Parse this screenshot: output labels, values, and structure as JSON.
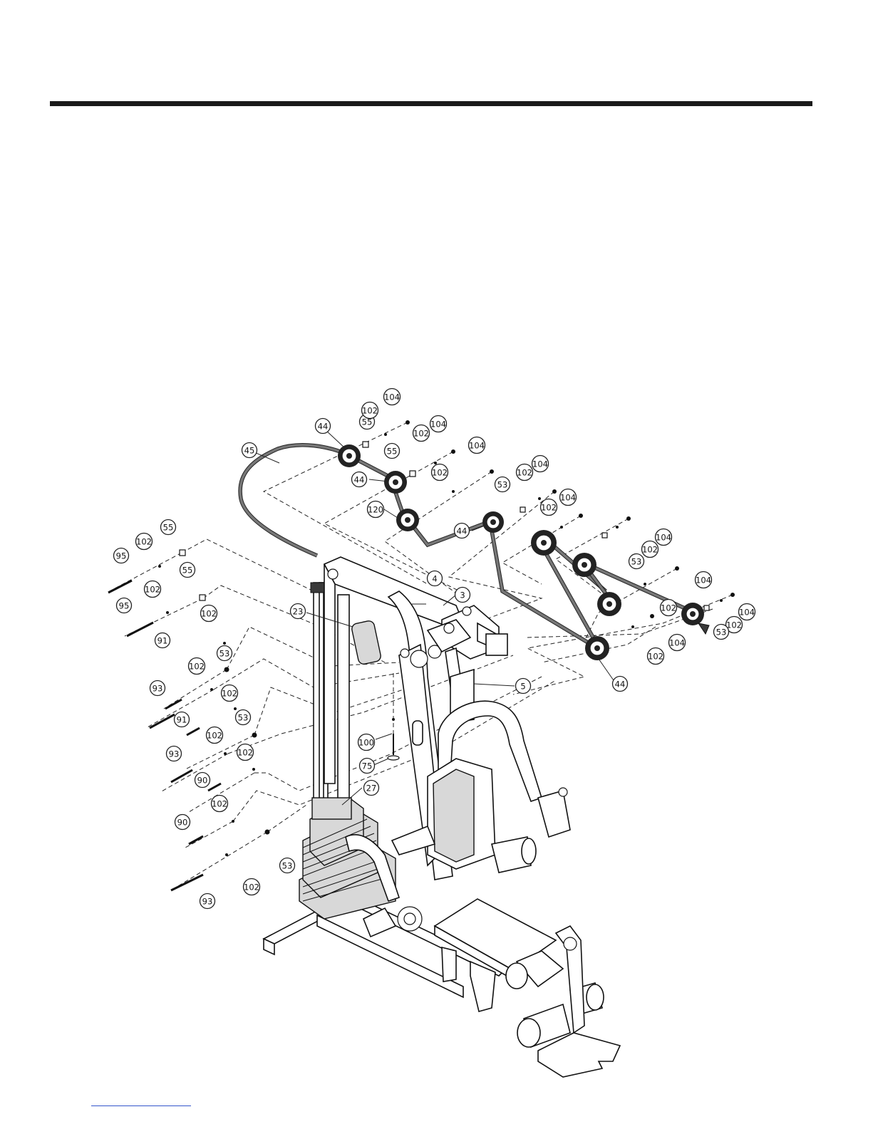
{
  "callouts": [
    {
      "id": "c-45",
      "label": "45"
    },
    {
      "id": "c-44a",
      "label": "44"
    },
    {
      "id": "c-55a",
      "label": "55"
    },
    {
      "id": "c-102a",
      "label": "102"
    },
    {
      "id": "c-104a",
      "label": "104"
    },
    {
      "id": "c-55b",
      "label": "55"
    },
    {
      "id": "c-102b",
      "label": "102"
    },
    {
      "id": "c-104b",
      "label": "104"
    },
    {
      "id": "c-44b",
      "label": "44"
    },
    {
      "id": "c-104c",
      "label": "104"
    },
    {
      "id": "c-102c",
      "label": "102"
    },
    {
      "id": "c-120",
      "label": "120"
    },
    {
      "id": "c-53a",
      "label": "53"
    },
    {
      "id": "c-102d",
      "label": "102"
    },
    {
      "id": "c-104d",
      "label": "104"
    },
    {
      "id": "c-102e",
      "label": "102"
    },
    {
      "id": "c-104e",
      "label": "104"
    },
    {
      "id": "c-44c",
      "label": "44"
    },
    {
      "id": "c-104f",
      "label": "104"
    },
    {
      "id": "c-102f",
      "label": "102"
    },
    {
      "id": "c-53b",
      "label": "53"
    },
    {
      "id": "c-104g",
      "label": "104"
    },
    {
      "id": "c-102g",
      "label": "102"
    },
    {
      "id": "c-104h",
      "label": "104"
    },
    {
      "id": "c-102h",
      "label": "102"
    },
    {
      "id": "c-53c",
      "label": "53"
    },
    {
      "id": "c-104i",
      "label": "104"
    },
    {
      "id": "c-102i",
      "label": "102"
    },
    {
      "id": "c-44d",
      "label": "44"
    },
    {
      "id": "c-4",
      "label": "4"
    },
    {
      "id": "c-3",
      "label": "3"
    },
    {
      "id": "c-5",
      "label": "5"
    },
    {
      "id": "c-23",
      "label": "23"
    },
    {
      "id": "c-55c",
      "label": "55"
    },
    {
      "id": "c-102j",
      "label": "102"
    },
    {
      "id": "c-95a",
      "label": "95"
    },
    {
      "id": "c-55d",
      "label": "55"
    },
    {
      "id": "c-102k",
      "label": "102"
    },
    {
      "id": "c-95b",
      "label": "95"
    },
    {
      "id": "c-102l",
      "label": "102"
    },
    {
      "id": "c-91a",
      "label": "91"
    },
    {
      "id": "c-53d",
      "label": "53"
    },
    {
      "id": "c-102m",
      "label": "102"
    },
    {
      "id": "c-93a",
      "label": "93"
    },
    {
      "id": "c-102n",
      "label": "102"
    },
    {
      "id": "c-91b",
      "label": "91"
    },
    {
      "id": "c-53e",
      "label": "53"
    },
    {
      "id": "c-102o",
      "label": "102"
    },
    {
      "id": "c-93b",
      "label": "93"
    },
    {
      "id": "c-102p",
      "label": "102"
    },
    {
      "id": "c-90a",
      "label": "90"
    },
    {
      "id": "c-100",
      "label": "100"
    },
    {
      "id": "c-75",
      "label": "75"
    },
    {
      "id": "c-27",
      "label": "27"
    },
    {
      "id": "c-102q",
      "label": "102"
    },
    {
      "id": "c-90b",
      "label": "90"
    },
    {
      "id": "c-53f",
      "label": "53"
    },
    {
      "id": "c-102r",
      "label": "102"
    },
    {
      "id": "c-93c",
      "label": "93"
    }
  ]
}
